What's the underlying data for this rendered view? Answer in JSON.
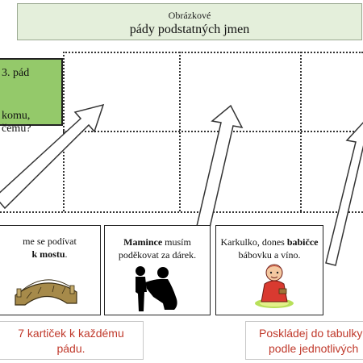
{
  "header": {
    "small_title": "Obrázkové",
    "main_title": "pády podstatných jmen"
  },
  "table": {
    "first_cell": {
      "line1": "3. pád",
      "line2": "komu, čemu?"
    }
  },
  "cards": [
    {
      "text_pre": "me se podívat",
      "bold": "k mostu",
      "text_post": ".",
      "image": "bridge-illustration"
    },
    {
      "bold": "Mamince",
      "text_post": " musím",
      "line2": "poděkovat za dárek.",
      "image": "mother-child-silhouette"
    },
    {
      "text_pre": "Karkulko, dones ",
      "bold": "babičce",
      "line2": "bábovku a víno.",
      "image": "little-red-riding-hood"
    }
  ],
  "notes": {
    "left_line1": "7 kartiček k každému",
    "left_line2": "pádu.",
    "right_line1": "Poskládej do tabulky",
    "right_line2": "podle jednotlivých"
  },
  "colors": {
    "title_bg": "#e4efdb",
    "green_cell": "#94c96a",
    "note_text": "#c0392b"
  }
}
